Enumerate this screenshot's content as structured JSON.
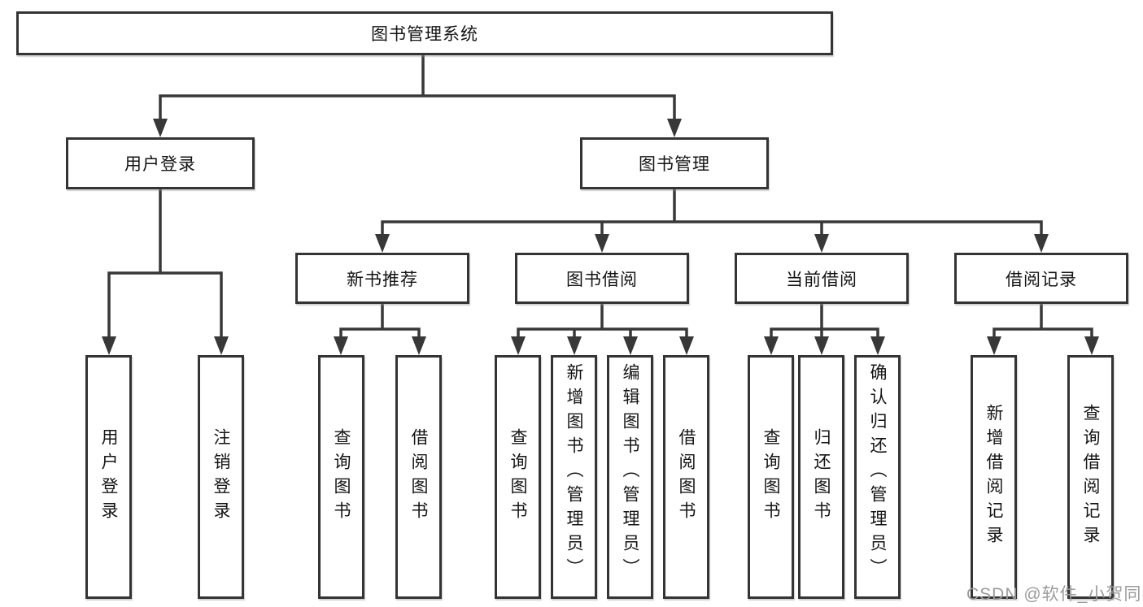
{
  "tree": {
    "root_label": "图书管理系统",
    "branches": [
      {
        "label": "用户登录",
        "children": [
          "用户登录",
          "注销登录"
        ]
      },
      {
        "label": "图书管理",
        "children": [
          {
            "label": "新书推荐",
            "children": [
              "查询图书",
              "借阅图书"
            ]
          },
          {
            "label": "图书借阅",
            "children": [
              "查询图书",
              "新增图书（管理员）",
              "编辑图书（管理员）",
              "借阅图书"
            ]
          },
          {
            "label": "当前借阅",
            "children": [
              "查询图书",
              "归还图书",
              "确认归还（管理员）"
            ]
          },
          {
            "label": "借阅记录",
            "children": [
              "新增借阅记录",
              "查询借阅记录"
            ]
          }
        ]
      }
    ]
  },
  "watermark": "CSDN @软件_小贺同学",
  "colors": {
    "line": "#383838",
    "box_border": "#343434",
    "box_fill": "#ffffff",
    "text": "#141414",
    "watermark": "#9b9b9b"
  }
}
